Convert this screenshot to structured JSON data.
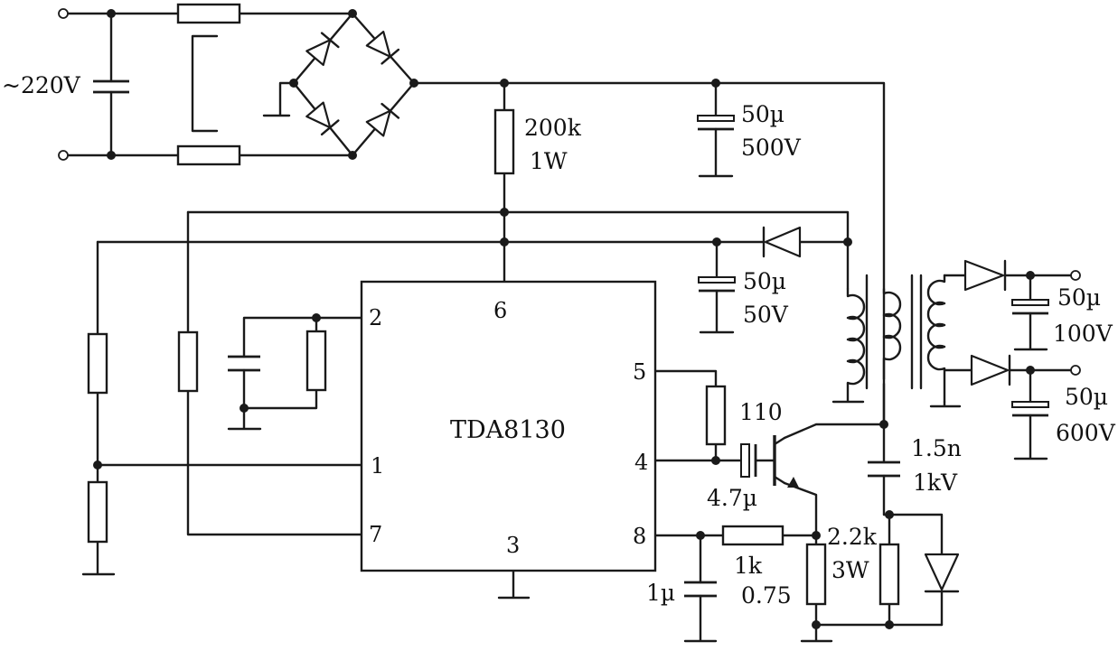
{
  "ic": {
    "name": "TDA8130",
    "pins": {
      "p1": "1",
      "p2": "2",
      "p3": "3",
      "p4": "4",
      "p5": "5",
      "p6": "6",
      "p7": "7",
      "p8": "8"
    }
  },
  "input": {
    "voltage": "~220V"
  },
  "components": {
    "r_start": {
      "value": "200k",
      "rating": "1W"
    },
    "c_bulk": {
      "value": "50µ",
      "rating": "500V"
    },
    "c_aux": {
      "value": "50µ",
      "rating": "50V"
    },
    "c_out1": {
      "value": "50µ",
      "rating": "100V"
    },
    "c_out2": {
      "value": "50µ",
      "rating": "600V"
    },
    "r_pin5": {
      "value": "110"
    },
    "c_base": {
      "value": "4.7µ"
    },
    "c_snub": {
      "value": "1.5n",
      "rating": "1kV"
    },
    "r_snub": {
      "value": "2.2k",
      "rating": "3W"
    },
    "r_pin8": {
      "value": "1k"
    },
    "c_pin8": {
      "value": "1µ"
    },
    "r_sense": {
      "value": "0.75"
    }
  }
}
